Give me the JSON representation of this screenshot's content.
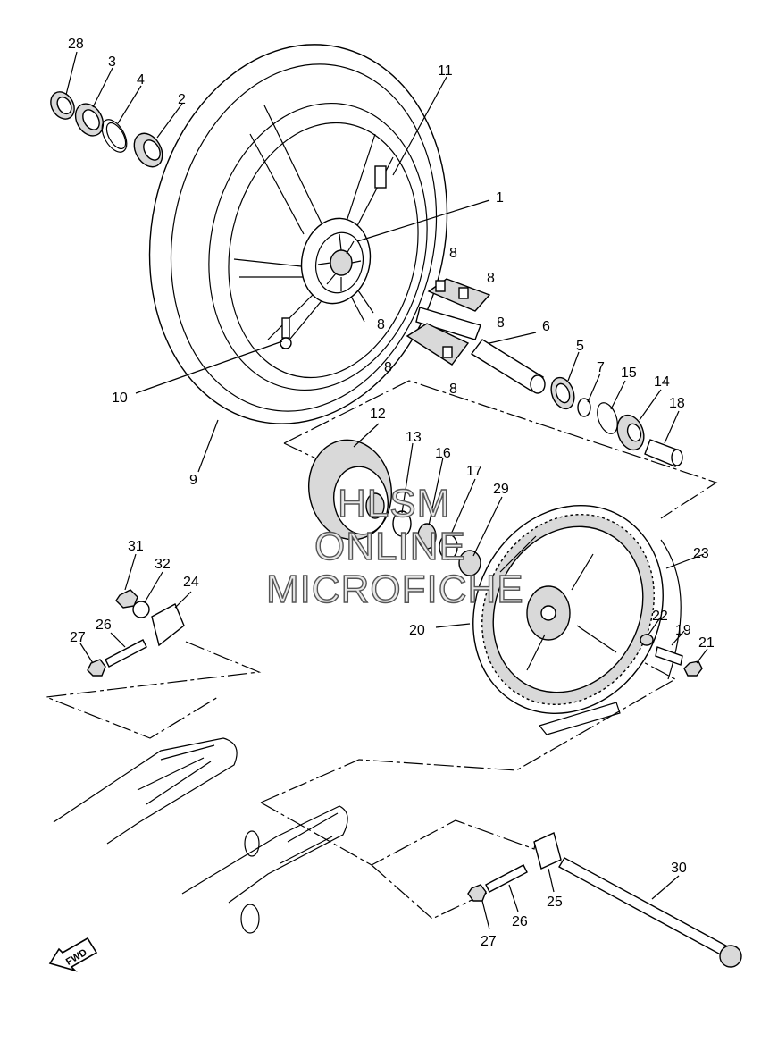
{
  "watermark": {
    "line1": "HLSM",
    "line2": "ONLINE",
    "line3": "MICROFICHE"
  },
  "direction_badge": "FWD",
  "callouts": {
    "c1": "1",
    "c2": "2",
    "c3": "3",
    "c4": "4",
    "c5": "5",
    "c6": "6",
    "c7": "7",
    "c8": "8",
    "c9": "9",
    "c10": "10",
    "c11": "11",
    "c12": "12",
    "c13": "13",
    "c14": "14",
    "c15": "15",
    "c16": "16",
    "c17": "17",
    "c18": "18",
    "c19": "19",
    "c20": "20",
    "c21": "21",
    "c22": "22",
    "c23": "23",
    "c24": "24",
    "c25": "25",
    "c26": "26",
    "c27": "27",
    "c28": "28",
    "c29": "29",
    "c30": "30",
    "c31": "31",
    "c32": "32"
  }
}
